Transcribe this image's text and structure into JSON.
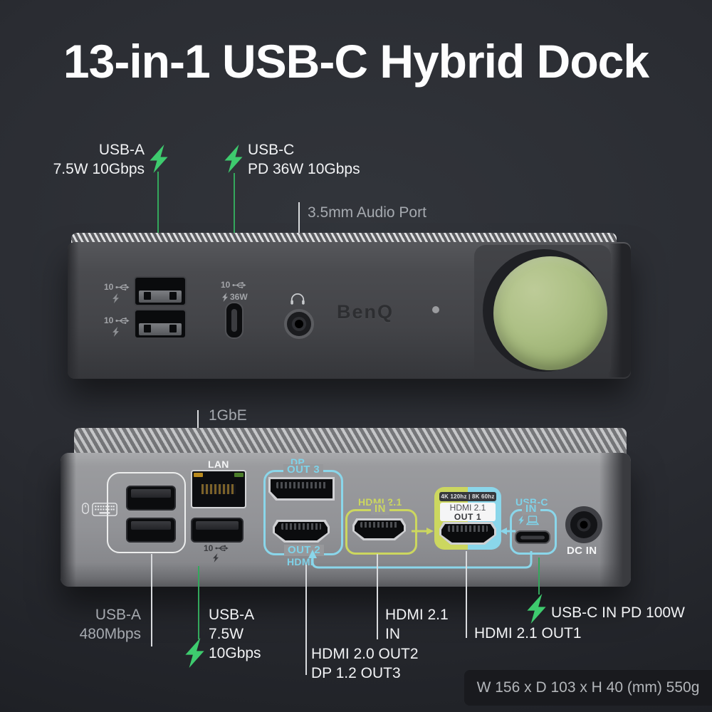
{
  "title": "13-in-1 USB-C Hybrid Dock",
  "brand_logo": "BenQ",
  "colors": {
    "accent_green": "#3ecb6e",
    "leader_green": "#34a75c",
    "accent_cyan": "#8ad6ea",
    "accent_yellow": "#ccd75f",
    "knob_green": "#a8bc80",
    "label_gray": "#a6aab0",
    "label_white": "#f2f3f5"
  },
  "front_view": {
    "label_usba_line1": "USB-A",
    "label_usba_line2": "7.5W 10Gbps",
    "label_usbc_line1": "USB-C",
    "label_usbc_line2": "PD 36W 10Gbps",
    "label_audio": "3.5mm Audio Port",
    "marking_speed": "10",
    "marking_usbc_power": "36W"
  },
  "rear_view": {
    "label_1gbe": "1GbE",
    "label_lan": "LAN",
    "marking_speed": "10",
    "tag_dp": "DP",
    "tag_out3": "OUT 3",
    "tag_out2": "OUT 2",
    "tag_out2_sub": "HDMI",
    "tag_hdmi_in_top": "HDMI 2.1",
    "tag_in": "IN",
    "out1_badge": "4K 120hz | 8K 60hz",
    "out1_line1": "HDMI 2.1",
    "out1_line2": "OUT 1",
    "tag_usbc": "USB-C",
    "tag_usbc_in": "IN",
    "label_dcin": "DC IN"
  },
  "callouts": {
    "usba480_line1": "USB-A",
    "usba480_line2": "480Mbps",
    "usba75_line1": "USB-A",
    "usba75_line2": "7.5W",
    "usba75_line3": "10Gbps",
    "hdmiin_line1": "HDMI 2.1",
    "hdmiin_line2": "IN",
    "outs_line1": "HDMI 2.0 OUT2",
    "outs_line2": "DP 1.2 OUT3",
    "out1": "HDMI 2.1 OUT1",
    "usbc_pd": "USB-C IN PD 100W"
  },
  "footer": {
    "dimensions": "W 156 x D 103 x H 40 (mm) 550g"
  }
}
